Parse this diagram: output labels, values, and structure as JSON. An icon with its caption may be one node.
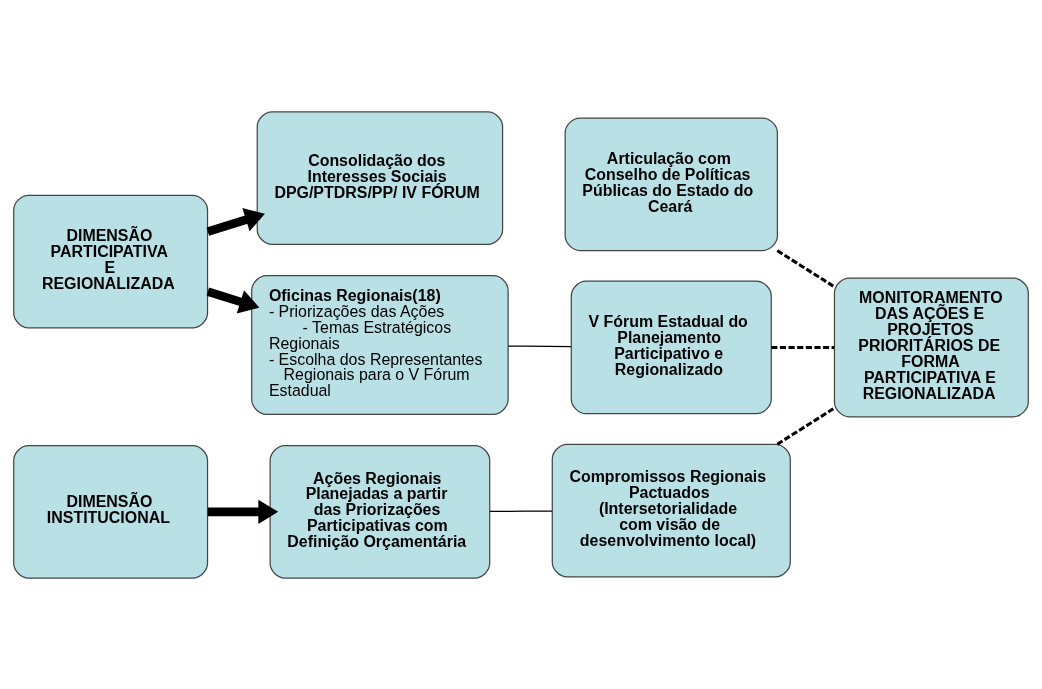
{
  "diagram": {
    "nodes": [
      {
        "text": [
          "DIMENSÃO PARTICIPATIVA E REGIONALIZADA"
        ]
      },
      {
        "text": [
          "Consolidação dos Interesses Sociais DPG/PTDRS/PP/ IV FÓRUM"
        ]
      },
      {
        "text": [
          "Articulação com Conselho de Políticas Públicas do Estado do Ceará"
        ]
      },
      {
        "text": [
          "Oficinas Regionais(18)",
          "- Priorizações das Ações",
          "- Temas Estratégicos Regionais",
          "- Escolha dos Representantes Regionais para o V Fórum Estadual"
        ]
      },
      {
        "text": [
          "V Fórum Estadual do Planejamento Participativo e Regionalizado"
        ]
      },
      {
        "text": [
          "MONITORAMENTO DAS AÇÕES E PROJETOS PRIORITÁRIOS DE FORMA PARTICIPATIVA E REGIONALIZADA"
        ]
      },
      {
        "text": [
          "DIMENSÃO INSTITUCIONAL"
        ]
      },
      {
        "text": [
          "Ações Regionais Planejadas a partir das Priorizações Participativas com Definição Orçamentária"
        ]
      },
      {
        "text": [
          "Compromissos Regionais Pactuados (Intersetorialidade com visão de desenvolvimento local)"
        ]
      }
    ],
    "edges": [
      {
        "from": 0,
        "to": 1,
        "arrow": "to",
        "style": "thick"
      },
      {
        "from": 0,
        "to": 3,
        "arrow": "to",
        "style": "thick"
      },
      {
        "from": 3,
        "to": 4,
        "arrow": "none"
      },
      {
        "from": 6,
        "to": 7,
        "arrow": "to",
        "style": "thick"
      },
      {
        "from": 7,
        "to": 8,
        "arrow": "none"
      },
      {
        "from": 2,
        "to": 5,
        "arrow": "none",
        "style": "dashed"
      },
      {
        "from": 4,
        "to": 5,
        "arrow": "none",
        "style": "dashed"
      },
      {
        "from": 8,
        "to": 5,
        "arrow": "none",
        "style": "dashed"
      }
    ]
  }
}
